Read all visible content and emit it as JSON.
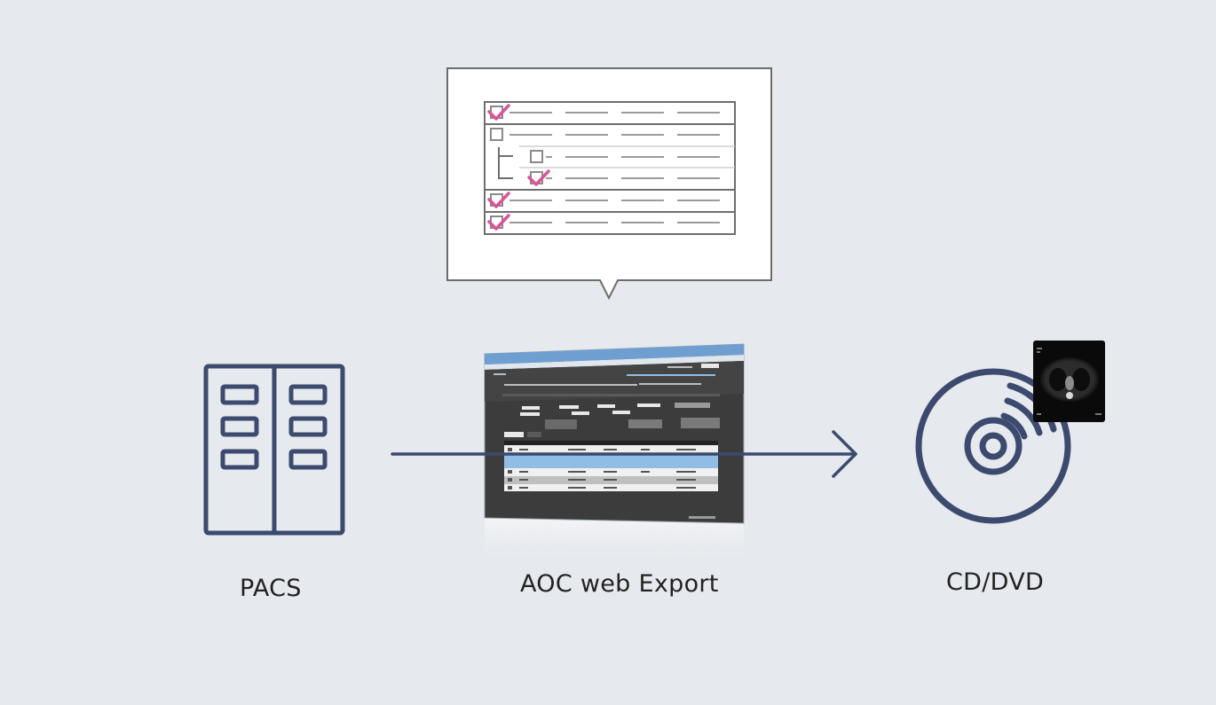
{
  "nodes": {
    "pacs": {
      "label": "PACS"
    },
    "aoc": {
      "label": "AOC web Export"
    },
    "cd": {
      "label": "CD/DVD"
    }
  },
  "colors": {
    "navy": "#3b4a6e",
    "check_pink": "#d9549a",
    "background": "#e6e9ed",
    "screen_dark": "#3c3c3c",
    "row_highlight": "#8fbde6"
  },
  "icons": [
    "server-rack-icon",
    "checklist-icon",
    "disc-icon",
    "ct-scan-thumbnail",
    "arrow-right-icon"
  ]
}
